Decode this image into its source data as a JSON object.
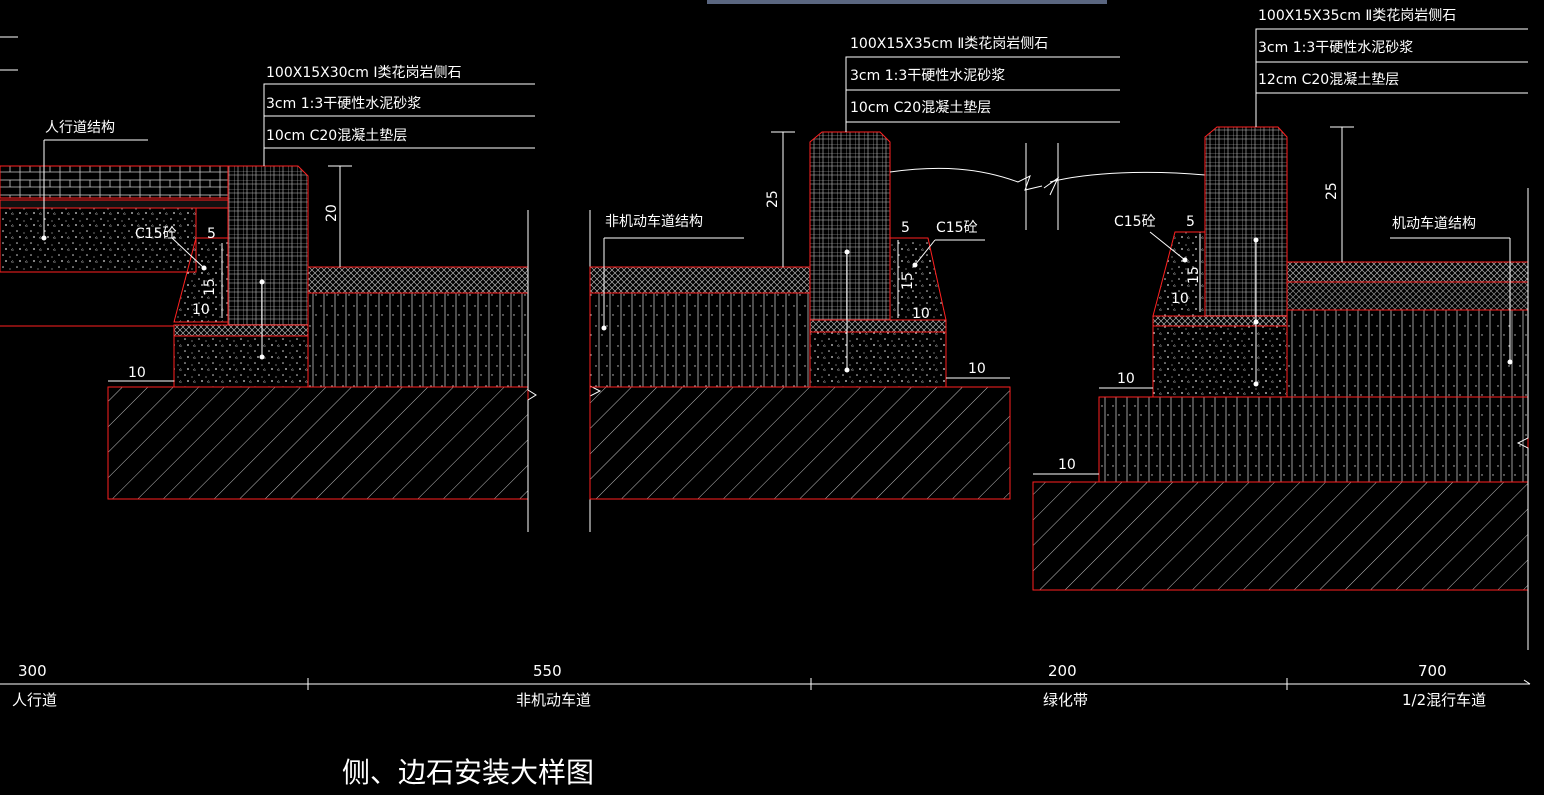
{
  "colors": {
    "background": "#000000",
    "outline": "#ff2020",
    "line": "#ffffff",
    "hatch": "#cfcfcf",
    "top_bar": "#5a6680"
  },
  "left_detail": {
    "spec_lines": [
      "100X15X30cm  Ⅰ类花岗岩侧石",
      "3cm 1:3干硬性水泥砂浆",
      "10cm C20混凝土垫层"
    ],
    "sidewalk_label": "人行道结构",
    "c15_label": "C15砼",
    "dims": {
      "d5": "5",
      "d15": "15",
      "d10a": "10",
      "d10b": "10",
      "d20": "20"
    }
  },
  "middle_detail": {
    "spec_lines": [
      "100X15X35cm  Ⅱ类花岗岩侧石",
      "3cm 1:3干硬性水泥砂浆",
      "10cm C20混凝土垫层"
    ],
    "bike_label": "非机动车道结构",
    "c15_label": "C15砼",
    "dims": {
      "d25": "25",
      "d5": "5",
      "d15": "15",
      "d10a": "10",
      "d10b": "10"
    }
  },
  "right_detail": {
    "spec_lines": [
      "100X15X35cm  Ⅱ类花岗岩侧石",
      "3cm 1:3干硬性水泥砂浆",
      "12cm C20混凝土垫层"
    ],
    "motor_label": "机动车道结构",
    "c15_label": "C15砼",
    "dims": {
      "d25": "25",
      "d5": "5",
      "d15": "15",
      "d10a": "10",
      "d10b": "10",
      "d10c": "10"
    }
  },
  "bottom_dims": [
    {
      "value": "300",
      "name": "人行道"
    },
    {
      "value": "550",
      "name": "非机动车道"
    },
    {
      "value": "200",
      "name": "绿化带"
    },
    {
      "value": "700",
      "name": "1/2混行车道"
    }
  ],
  "drawing_title": "侧、边石安装大样图"
}
